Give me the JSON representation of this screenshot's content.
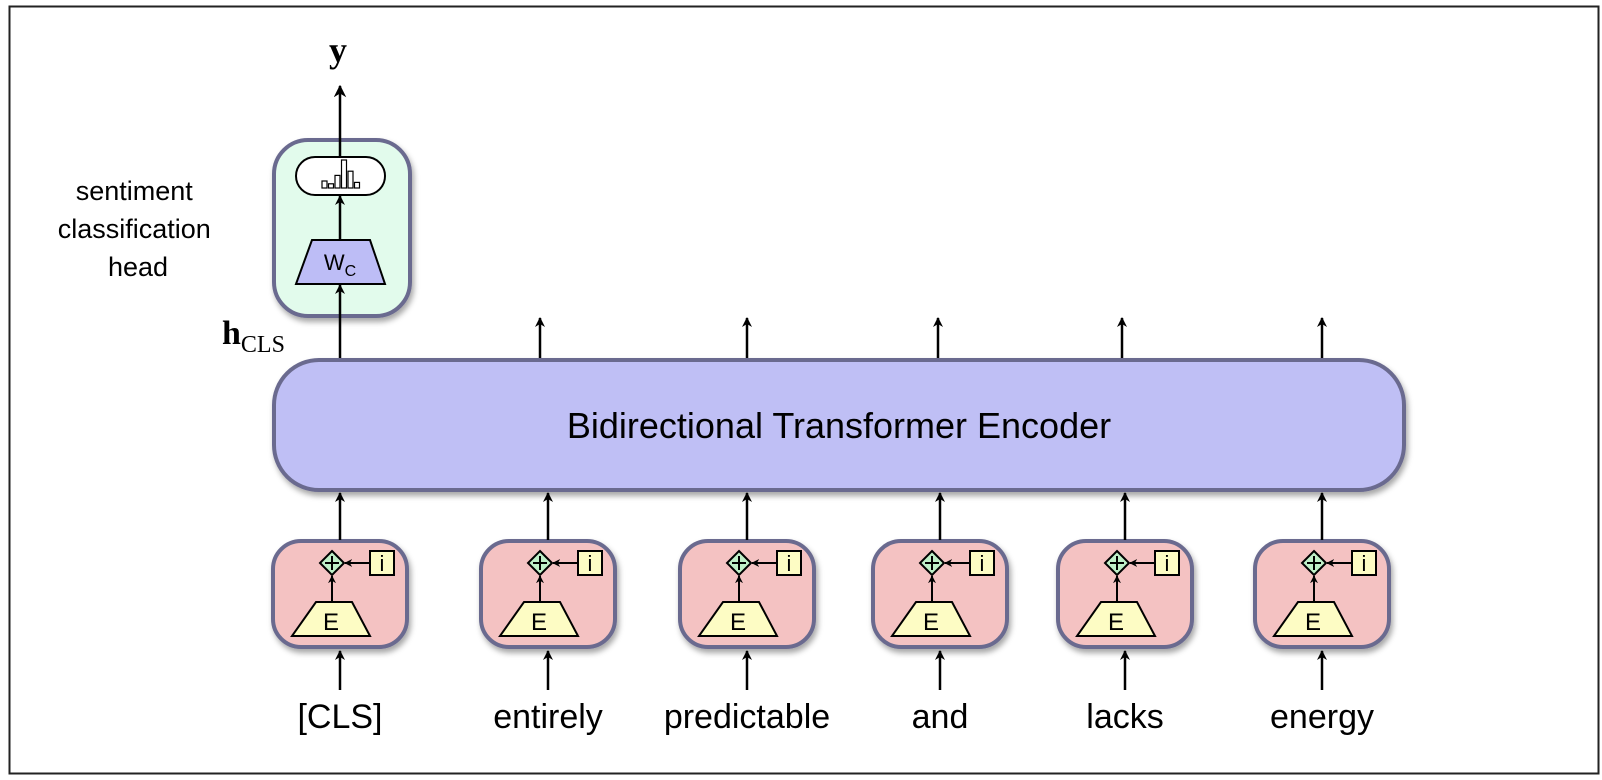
{
  "figure": {
    "output_label": "y",
    "head_label_lines": [
      "sentiment",
      "classification",
      "head"
    ],
    "hidden_label_main": "h",
    "hidden_label_sub": "CLS",
    "classifier_weight_main": "W",
    "classifier_weight_sub": "C",
    "encoder_label": "Bidirectional Transformer Encoder",
    "embedding_label": "E",
    "position_label": "i",
    "tokens": [
      "[CLS]",
      "entirely",
      "predictable",
      "and",
      "lacks",
      "energy"
    ],
    "softmax_bars": [
      0.25,
      0.15,
      0.45,
      1.0,
      0.6,
      0.2
    ],
    "colors": {
      "head_fill": "#e2fbec",
      "box_border": "#6b6b8f",
      "encoder_fill": "#bfbff5",
      "embed_box_fill": "#f4c2c2",
      "embed_trap_fill": "#fdfcc4",
      "weight_trap_fill": "#bdbdf6",
      "plus_fill": "#bff0c8"
    }
  }
}
